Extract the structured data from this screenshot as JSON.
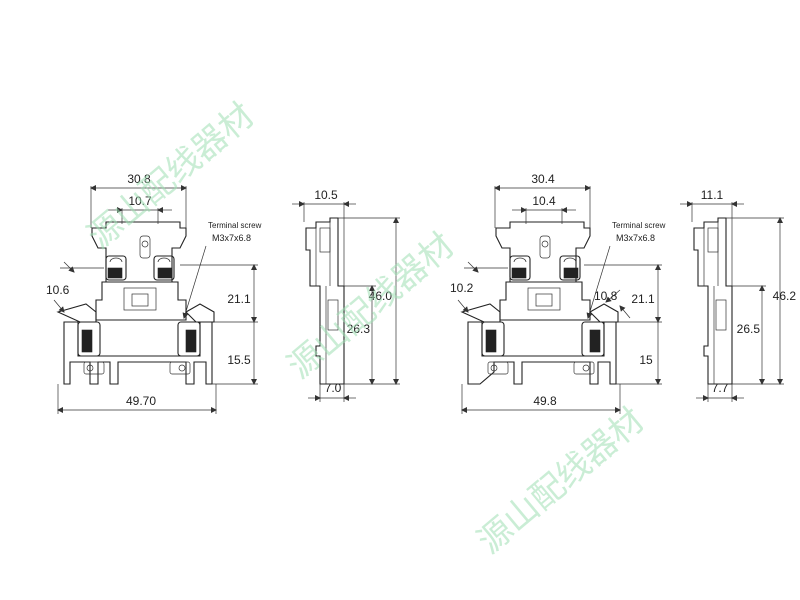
{
  "watermark": {
    "text": "源山配线器材"
  },
  "left_group": {
    "front": {
      "top_width": "30.8",
      "inner_width": "10.7",
      "screw_label": "Terminal screw",
      "screw_spec": "M3x7x6.8",
      "left_offset": "10.6",
      "upper_height": "21.1",
      "lower_height": "15.5",
      "total_width": "49.70"
    },
    "side": {
      "top_width": "10.5",
      "total_height": "46.0",
      "mid_height": "26.3",
      "bottom_width": "7.0"
    }
  },
  "right_group": {
    "front": {
      "top_width": "30.4",
      "inner_width": "10.4",
      "screw_label": "Terminal screw",
      "screw_spec": "M3x7x6.8",
      "left_offset": "10.2",
      "right_offset": "10.8",
      "upper_height": "21.1",
      "lower_height": "15",
      "total_width": "49.8"
    },
    "side": {
      "top_width": "11.1",
      "total_height": "46.2",
      "mid_height": "26.5",
      "bottom_width": "7.7"
    }
  }
}
